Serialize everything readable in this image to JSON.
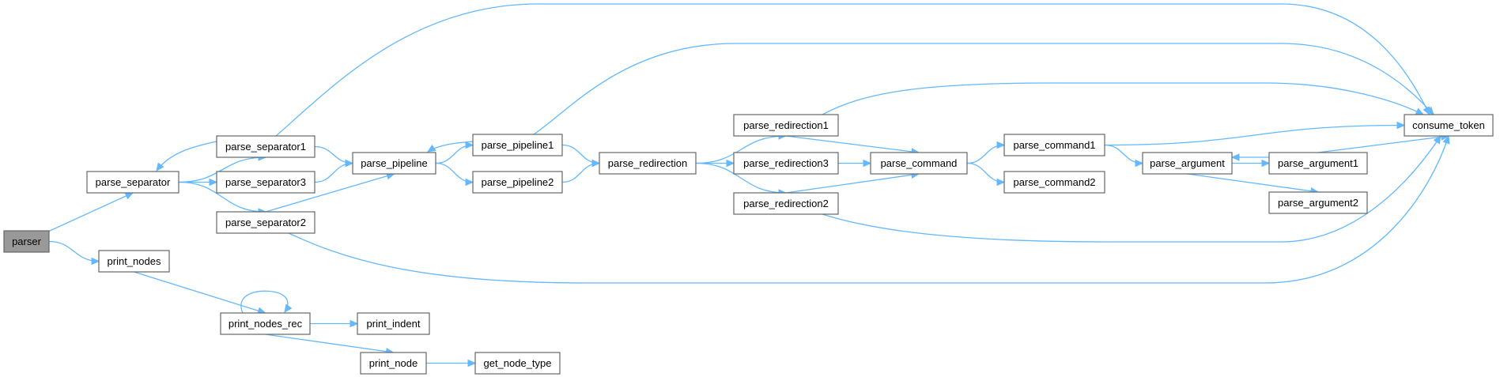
{
  "graph": {
    "nodes": {
      "parser": "parser",
      "parse_separator": "parse_separator",
      "print_nodes": "print_nodes",
      "parse_separator1": "parse_separator1",
      "parse_separator3": "parse_separator3",
      "parse_separator2": "parse_separator2",
      "print_nodes_rec": "print_nodes_rec",
      "parse_pipeline": "parse_pipeline",
      "print_indent": "print_indent",
      "print_node": "print_node",
      "parse_pipeline1": "parse_pipeline1",
      "parse_pipeline2": "parse_pipeline2",
      "get_node_type": "get_node_type",
      "parse_redirection": "parse_redirection",
      "parse_redirection1": "parse_redirection1",
      "parse_redirection3": "parse_redirection3",
      "parse_redirection2": "parse_redirection2",
      "parse_command": "parse_command",
      "parse_command1": "parse_command1",
      "parse_command2": "parse_command2",
      "parse_argument": "parse_argument",
      "parse_argument1": "parse_argument1",
      "parse_argument2": "parse_argument2",
      "consume_token": "consume_token"
    },
    "root": "parser",
    "edges": [
      [
        "parser",
        "parse_separator"
      ],
      [
        "parser",
        "print_nodes"
      ],
      [
        "parse_separator",
        "parse_separator1"
      ],
      [
        "parse_separator",
        "parse_separator3"
      ],
      [
        "parse_separator",
        "parse_separator2"
      ],
      [
        "parse_separator1",
        "parse_separator"
      ],
      [
        "parse_separator1",
        "parse_pipeline"
      ],
      [
        "parse_separator1",
        "consume_token"
      ],
      [
        "parse_separator3",
        "parse_pipeline"
      ],
      [
        "parse_separator2",
        "parse_pipeline"
      ],
      [
        "parse_separator2",
        "consume_token"
      ],
      [
        "parse_pipeline",
        "parse_pipeline1"
      ],
      [
        "parse_pipeline",
        "parse_pipeline2"
      ],
      [
        "parse_pipeline1",
        "parse_pipeline"
      ],
      [
        "parse_pipeline1",
        "parse_redirection"
      ],
      [
        "parse_pipeline1",
        "consume_token"
      ],
      [
        "parse_pipeline2",
        "parse_redirection"
      ],
      [
        "parse_redirection",
        "parse_redirection1"
      ],
      [
        "parse_redirection",
        "parse_redirection3"
      ],
      [
        "parse_redirection",
        "parse_redirection2"
      ],
      [
        "parse_redirection1",
        "parse_command"
      ],
      [
        "parse_redirection1",
        "consume_token"
      ],
      [
        "parse_redirection3",
        "parse_command"
      ],
      [
        "parse_redirection2",
        "parse_command"
      ],
      [
        "parse_redirection2",
        "consume_token"
      ],
      [
        "parse_command",
        "parse_command1"
      ],
      [
        "parse_command",
        "parse_command2"
      ],
      [
        "parse_command1",
        "parse_argument"
      ],
      [
        "parse_command1",
        "consume_token"
      ],
      [
        "parse_argument",
        "parse_argument1"
      ],
      [
        "parse_argument",
        "parse_argument2"
      ],
      [
        "parse_argument1",
        "parse_argument"
      ],
      [
        "parse_argument1",
        "consume_token"
      ],
      [
        "print_nodes",
        "print_nodes_rec"
      ],
      [
        "print_nodes_rec",
        "print_nodes_rec"
      ],
      [
        "print_nodes_rec",
        "print_indent"
      ],
      [
        "print_nodes_rec",
        "print_node"
      ],
      [
        "print_node",
        "get_node_type"
      ]
    ],
    "colors": {
      "edge": "#63b8ff",
      "node_border": "#666666",
      "node_fill": "#ffffff",
      "root_fill": "#999999"
    }
  }
}
